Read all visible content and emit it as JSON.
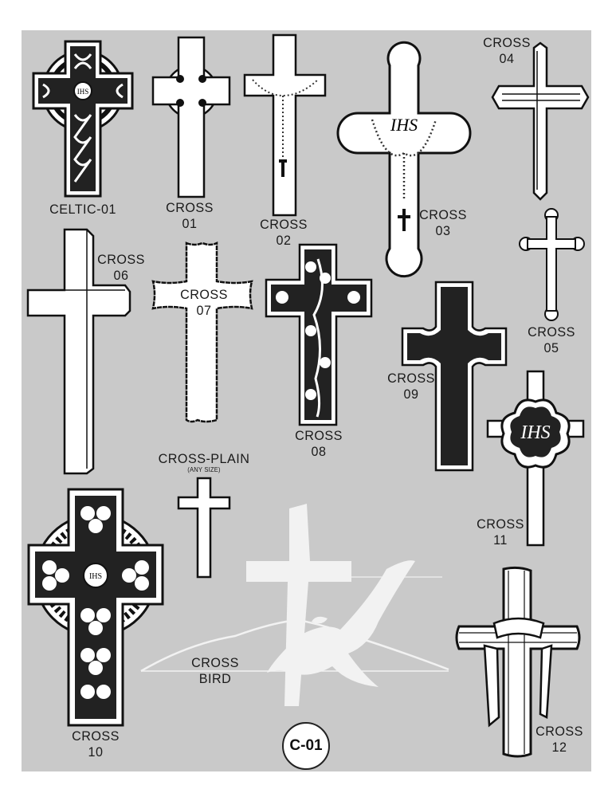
{
  "labels": {
    "celtic01": "CELTIC-01",
    "cross01": [
      "CROSS",
      "01"
    ],
    "cross02": [
      "CROSS",
      "02"
    ],
    "cross03": [
      "CROSS",
      "03"
    ],
    "cross04": [
      "CROSS",
      "04"
    ],
    "cross05": [
      "CROSS",
      "05"
    ],
    "cross06": [
      "CROSS",
      "06"
    ],
    "cross07": [
      "CROSS",
      "07"
    ],
    "cross08": [
      "CROSS",
      "08"
    ],
    "cross09": [
      "CROSS",
      "09"
    ],
    "cross10": [
      "CROSS",
      "10"
    ],
    "cross11": [
      "CROSS",
      "11"
    ],
    "cross12": [
      "CROSS",
      "12"
    ],
    "plain": "CROSS-PLAIN",
    "plain_note": "(ANY SIZE)",
    "bird": [
      "CROSS",
      "BIRD"
    ]
  },
  "monogram": "IHS",
  "page_code": "C-01",
  "colors": {
    "sheet": "#c9c9c9",
    "ink": "#1a1a1a",
    "fill": "#ffffff"
  }
}
